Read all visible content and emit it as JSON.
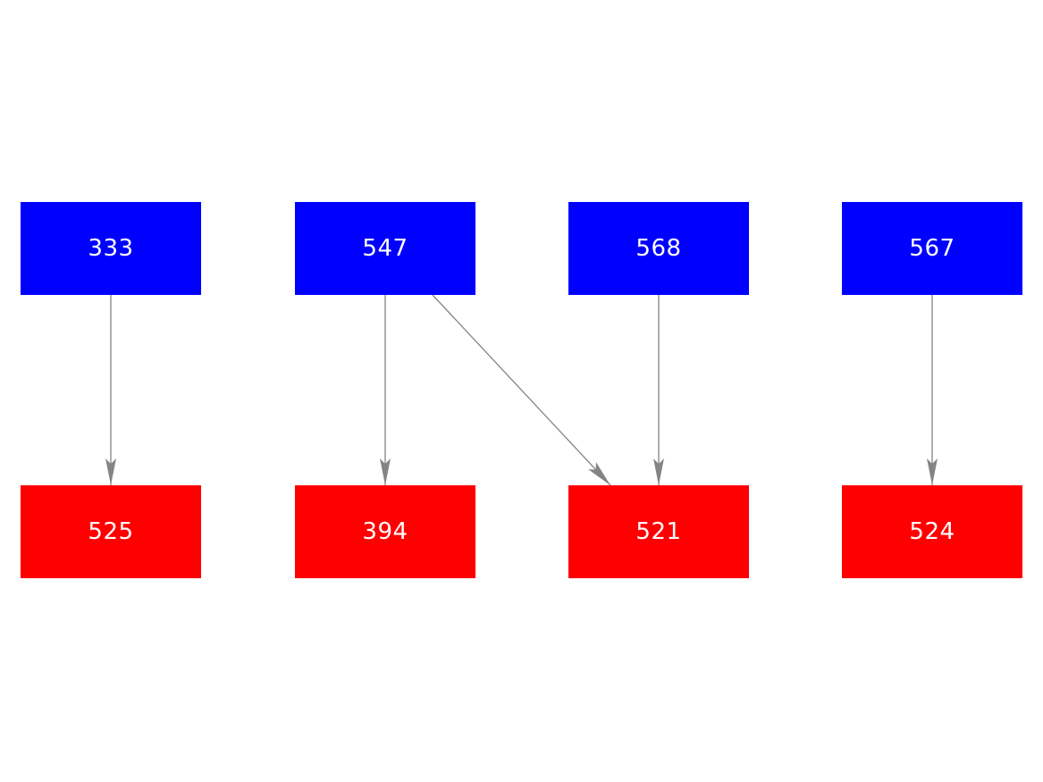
{
  "diagram": {
    "background": "#ffffff",
    "colors": {
      "top_node_fill": "#0000ff",
      "bottom_node_fill": "#ff0000",
      "node_text": "#ffffff",
      "edge": "#848484"
    },
    "nodes": [
      {
        "id": "333",
        "label": "333",
        "row": "top",
        "col": 0
      },
      {
        "id": "547",
        "label": "547",
        "row": "top",
        "col": 1
      },
      {
        "id": "568",
        "label": "568",
        "row": "top",
        "col": 2
      },
      {
        "id": "567",
        "label": "567",
        "row": "top",
        "col": 3
      },
      {
        "id": "525",
        "label": "525",
        "row": "bottom",
        "col": 0
      },
      {
        "id": "394",
        "label": "394",
        "row": "bottom",
        "col": 1
      },
      {
        "id": "521",
        "label": "521",
        "row": "bottom",
        "col": 2
      },
      {
        "id": "524",
        "label": "524",
        "row": "bottom",
        "col": 3
      }
    ],
    "edges": [
      {
        "from": "333",
        "to": "525"
      },
      {
        "from": "547",
        "to": "394"
      },
      {
        "from": "547",
        "to": "521"
      },
      {
        "from": "568",
        "to": "521"
      },
      {
        "from": "567",
        "to": "524"
      }
    ]
  }
}
